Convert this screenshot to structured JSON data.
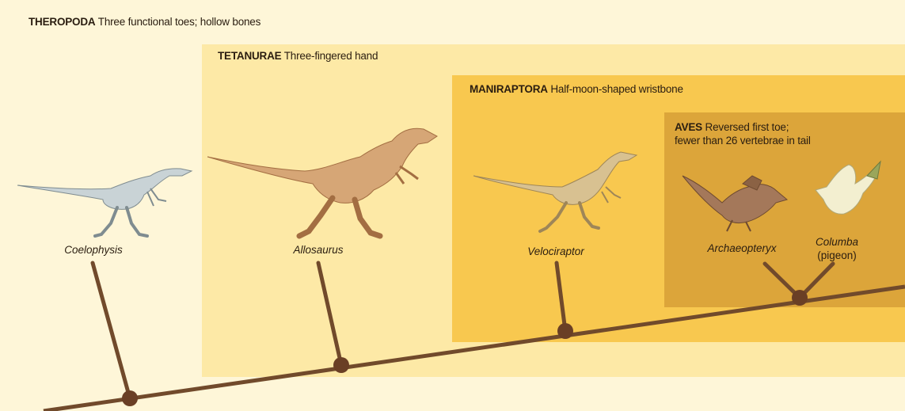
{
  "clades": {
    "theropoda": {
      "name": "THEROPODA",
      "trait": "Three functional toes; hollow bones"
    },
    "tetanurae": {
      "name": "TETANURAE",
      "trait": "Three-fingered hand"
    },
    "maniraptora": {
      "name": "MANIRAPTORA",
      "trait": "Half-moon-shaped wristbone"
    },
    "aves": {
      "name": "AVES",
      "trait_line1": "Reversed first toe;",
      "trait_line2": "fewer than 26 vertebrae in tail"
    }
  },
  "taxa": {
    "coelophysis": {
      "name": "Coelophysis"
    },
    "allosaurus": {
      "name": "Allosaurus"
    },
    "velociraptor": {
      "name": "Velociraptor"
    },
    "archaeopteryx": {
      "name": "Archaeopteryx"
    },
    "columba": {
      "name": "Columba",
      "common": "(pigeon)"
    }
  },
  "colors": {
    "branch": "#714a2b",
    "node": "#6a3f25",
    "theropoda_bg": "#fef6d8",
    "tetanurae_bg": "#fde9a6",
    "maniraptora_bg": "#f8c84f",
    "aves_bg": "#dca53a"
  }
}
